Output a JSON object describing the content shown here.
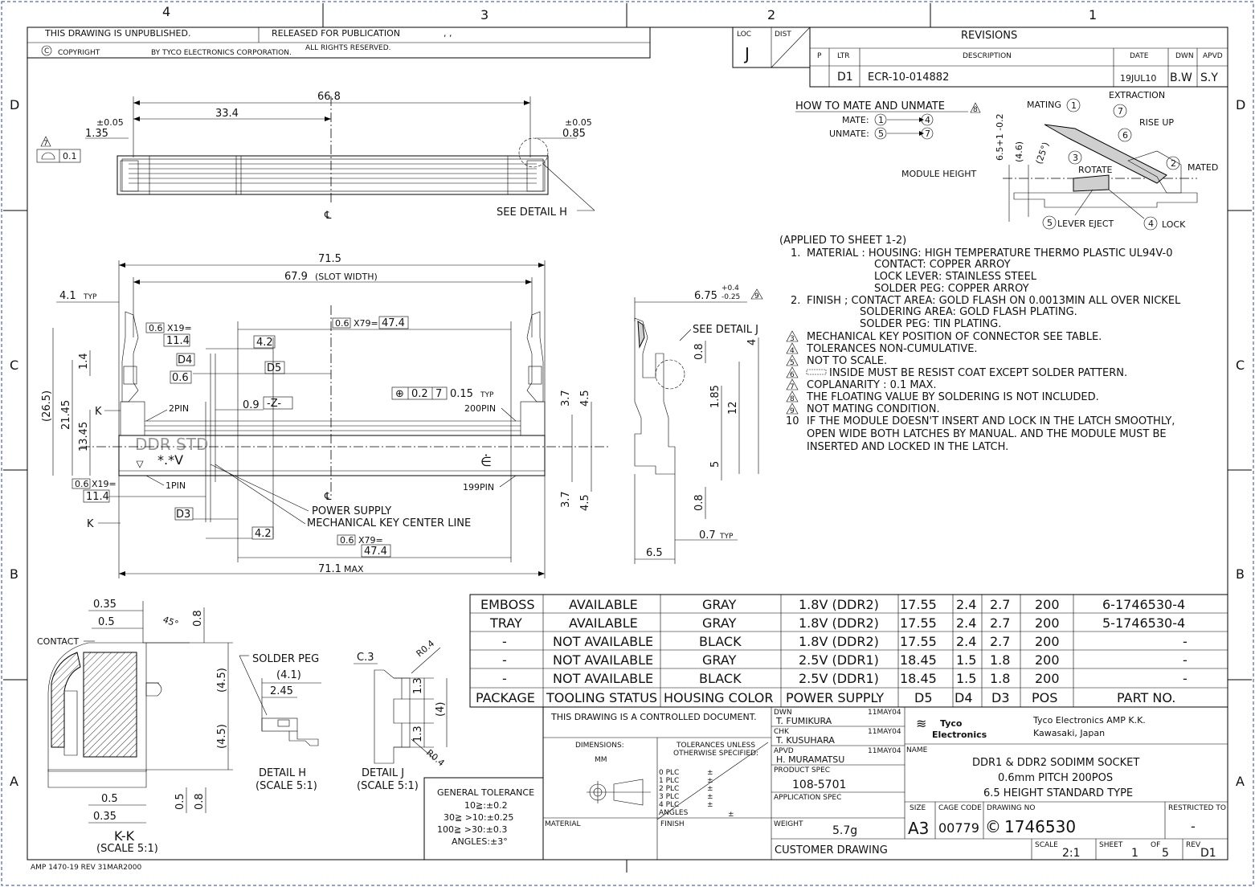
{
  "border": {
    "columns_top": [
      "4",
      "3",
      "2",
      "1"
    ],
    "rows_left": [
      "D",
      "C",
      "B",
      "A"
    ],
    "rows_right": [
      "D",
      "C",
      "B",
      "A"
    ]
  },
  "header": {
    "unpublished": "THIS DRAWING IS UNPUBLISHED.",
    "released": "RELEASED FOR PUBLICATION",
    "released_date": ", ,",
    "copyright": "COPYRIGHT",
    "by": "BY TYCO ELECTRONICS CORPORATION.",
    "rights": "ALL RIGHTS RESERVED.",
    "loc_label": "LOC",
    "loc_value": "J",
    "dist_label": "DIST"
  },
  "revisions": {
    "title": "REVISIONS",
    "headers": [
      "P",
      "LTR",
      "DESCRIPTION",
      "DATE",
      "DWN",
      "APVD"
    ],
    "row": [
      "",
      "D1",
      "ECR-10-014882",
      "19JUL10",
      "B.W",
      "S.Y"
    ]
  },
  "mate_diagram": {
    "title": "HOW TO MATE AND UNMATE",
    "title_note": "8",
    "mate_label": "MATE:",
    "mate_from": "1",
    "mate_to": "4",
    "unmate_label": "UNMATE:",
    "unmate_from": "5",
    "unmate_to": "7",
    "module_height": "MODULE HEIGHT",
    "height_dim": "6.5+1 -0.2",
    "dim_46": "(4.6)",
    "angle": "(25°)",
    "mating": "MATING",
    "n1": "1",
    "n2": "2",
    "n3": "3",
    "n4": "4",
    "n5": "5",
    "n6": "6",
    "n7": "7",
    "extraction": "EXTRACTION",
    "rise_up": "RISE UP",
    "rotate": "ROTATE",
    "mated": "MATED",
    "lever_eject": "LEVER EJECT",
    "lock": "LOCK"
  },
  "notes": {
    "applied": "(APPLIED TO SHEET 1-2)",
    "lines": [
      {
        "num": "1.",
        "text": "MATERIAL : HOUSING: HIGH TEMPERATURE THERMO PLASTIC UL94V-0"
      },
      {
        "num": "",
        "text": "CONTACT: COPPER ARROY"
      },
      {
        "num": "",
        "text": "LOCK LEVER: STAINLESS STEEL"
      },
      {
        "num": "",
        "text": "SOLDER PEG: COPPER ARROY"
      },
      {
        "num": "2.",
        "text": "FINISH ; CONTACT AREA: GOLD FLASH ON 0.0013MIN ALL OVER NICKEL"
      },
      {
        "num": "",
        "text": "SOLDERING AREA: GOLD FLASH PLATING."
      },
      {
        "num": "",
        "text": "SOLDER PEG: TIN PLATING."
      },
      {
        "num": "3",
        "text": "MECHANICAL KEY POSITION OF CONNECTOR SEE TABLE."
      },
      {
        "num": "4",
        "text": "TOLERANCES NON-CUMULATIVE."
      },
      {
        "num": "5",
        "text": "NOT TO SCALE."
      },
      {
        "num": "6",
        "text": "INSIDE MUST BE RESIST COAT EXCEPT SOLDER PATTERN."
      },
      {
        "num": "7",
        "text": "COPLANARITY : 0.1 MAX."
      },
      {
        "num": "8",
        "text": "THE FLOATING VALUE BY SOLDERING IS NOT INCLUDED."
      },
      {
        "num": "9",
        "text": "NOT MATING CONDITION."
      },
      {
        "num": "10",
        "text": "IF THE MODULE DOESN'T INSERT AND LOCK IN THE LATCH SMOOTHLY,"
      },
      {
        "num": "",
        "text": "OPEN WIDE BOTH LATCHES BY MANUAL. AND THE MODULE MUST BE"
      },
      {
        "num": "",
        "text": "INSERTED AND LOCKED IN THE LATCH."
      }
    ]
  },
  "top_view": {
    "d668": "66.8",
    "d334": "33.4",
    "tol_left": "±0.05",
    "d135": "1.35",
    "flat_note": "7",
    "flat_val": "0.1",
    "tol_right": "±0.05",
    "d085": "0.85",
    "cl": "℄",
    "see_h": "SEE DETAIL H"
  },
  "front_view": {
    "d715": "71.5",
    "d679": "67.9",
    "slot_width": "(SLOT WIDTH)",
    "d41": "4.1",
    "typ": "TYP",
    "pitch_a": "0.6",
    "x19": "X19=",
    "box_114": "11.4",
    "pitch_b": "0.6",
    "x79": "X79=",
    "box_474": "47.4",
    "box_42": "4.2",
    "d4": "D4",
    "box_06": "0.6",
    "d5": "D5",
    "d265": "(26.5)",
    "d2145": "21.45",
    "d1345": "13.45",
    "d14": "1.4",
    "k": "K",
    "pin2": "2PIN",
    "d09": "0.9",
    "z": "-Z-",
    "pos_val": "0.2",
    "pos_note": "7",
    "d015": "0.15",
    "typ2": "TYP",
    "pin200": "200PIN",
    "ddr_std": "DDR STD",
    "key_v": "*.*V",
    "pin1": "1PIN",
    "pin199": "199PIN",
    "pitch_c": "0.6",
    "x19b": "X19=",
    "box_114b": "11.4",
    "d3": "D3",
    "power_supply": "POWER SUPPLY",
    "mech_key": "MECHANICAL KEY CENTER LINE",
    "box_42b": "4.2",
    "pitch_d": "0.6",
    "x79b": "X79=",
    "box_474b": "47.4",
    "d711": "71.1",
    "max": "MAX",
    "d37a": "3.7",
    "d45a": "4.5",
    "d37b": "3.7",
    "d45b": "4.5",
    "k2": "K",
    "cl": "℄"
  },
  "side_view": {
    "d675": "6.75",
    "tol_up": "+0.4",
    "tol_dn": "-0.25",
    "note": "9",
    "see_j": "SEE DETAIL J",
    "d08a": "0.8",
    "d4": "4",
    "d185": "1.85",
    "d12": "12",
    "d5": "5",
    "d08b": "0.8",
    "d07": "0.7",
    "typ": "TYP",
    "d65": "6.5"
  },
  "details": {
    "kk_035": "0.35",
    "kk_05": "0.5",
    "kk_45deg": "45°",
    "kk_08": "0.8",
    "contact": "CONTACT",
    "kk_45a": "(4.5)",
    "kk_45b": "(4.5)",
    "kk_05b": "0.5",
    "kk_035b": "0.35",
    "kk_05c": "0.5",
    "kk_08b": "0.8",
    "kk_title": "K-K",
    "kk_scale": "(SCALE 5:1)",
    "solder_peg": "SOLDER PEG",
    "h_41": "(4.1)",
    "h_245": "2.45",
    "h_title": "DETAIL H",
    "h_scale": "(SCALE 5:1)",
    "j_c3": "C.3",
    "j_r04a": "R0.4",
    "j_13a": "1.3",
    "j_4": "(4)",
    "j_13b": "1.3",
    "j_r04b": "R0.4",
    "j_title": "DETAIL J",
    "j_scale": "(SCALE 5:1)"
  },
  "part_table": {
    "rows": [
      [
        "EMBOSS",
        "AVAILABLE",
        "GRAY",
        "1.8V (DDR2)",
        "17.55",
        "2.4",
        "2.7",
        "200",
        "6-1746530-4"
      ],
      [
        "TRAY",
        "AVAILABLE",
        "GRAY",
        "1.8V (DDR2)",
        "17.55",
        "2.4",
        "2.7",
        "200",
        "5-1746530-4"
      ],
      [
        "-",
        "NOT AVAILABLE",
        "BLACK",
        "1.8V (DDR2)",
        "17.55",
        "2.4",
        "2.7",
        "200",
        "-"
      ],
      [
        "-",
        "NOT AVAILABLE",
        "GRAY",
        "2.5V (DDR1)",
        "18.45",
        "1.5",
        "1.8",
        "200",
        "-"
      ],
      [
        "-",
        "NOT AVAILABLE",
        "BLACK",
        "2.5V (DDR1)",
        "18.45",
        "1.5",
        "1.8",
        "200",
        "-"
      ]
    ],
    "headers": [
      "PACKAGE",
      "TOOLING STATUS",
      "HOUSING COLOR",
      "POWER SUPPLY",
      "D5",
      "D4",
      "D3",
      "POS",
      "PART NO."
    ]
  },
  "title_block": {
    "controlled": "THIS DRAWING IS A CONTROLLED DOCUMENT.",
    "dimensions_label": "DIMENSIONS:",
    "dimensions_unit": "MM",
    "tol_unless": "TOLERANCES UNLESS",
    "tol_otherwise": "OTHERWISE SPECIFIED:",
    "plc": [
      "0 PLC",
      "1 PLC",
      "2 PLC",
      "3 PLC",
      "4 PLC",
      "ANGLES"
    ],
    "pm": "±",
    "gen_tol": "GENERAL TOLERANCE",
    "gt_lines": [
      "10≧:±0.2",
      "30≧ >10:±0.25",
      "100≧ >30:±0.3",
      "ANGLES:±3°"
    ],
    "material": "MATERIAL",
    "finish": "FINISH",
    "dwn_label": "DWN",
    "dwn_name": "T. FUMIKURA",
    "dwn_date": "11MAY04",
    "chk_label": "CHK",
    "chk_name": "T. KUSUHARA",
    "chk_date": "11MAY04",
    "apvd_label": "APVD",
    "apvd_name": "H. MURAMATSU",
    "apvd_date": "11MAY04",
    "prod_spec_label": "PRODUCT SPEC",
    "prod_spec": "108-5701",
    "app_spec_label": "APPLICATION SPEC",
    "weight_label": "WEIGHT",
    "weight": "5.7g",
    "customer": "CUSTOMER DRAWING",
    "logo_a": "Tyco",
    "logo_b": "Electronics",
    "company": "Tyco Electronics AMP K.K.",
    "city": "Kawasaki, Japan",
    "name_label": "NAME",
    "name_1": "DDR1 & DDR2 SODIMM SOCKET",
    "name_2": "0.6mm PITCH 200POS",
    "name_3": "6.5 HEIGHT STANDARD TYPE",
    "size_label": "SIZE",
    "size": "A3",
    "cage_label": "CAGE CODE",
    "cage": "00779",
    "dwg_label": "DRAWING NO",
    "dwg_no": "1746530",
    "restricted": "RESTRICTED TO",
    "restricted_val": "-",
    "scale_label": "SCALE",
    "scale": "2:1",
    "sheet_label": "SHEET",
    "sheet": "1",
    "of": "OF",
    "sheets": "5",
    "rev_label": "REV",
    "rev": "D1"
  },
  "footer": {
    "form": "AMP 1470-19 REV 31MAR2000"
  }
}
